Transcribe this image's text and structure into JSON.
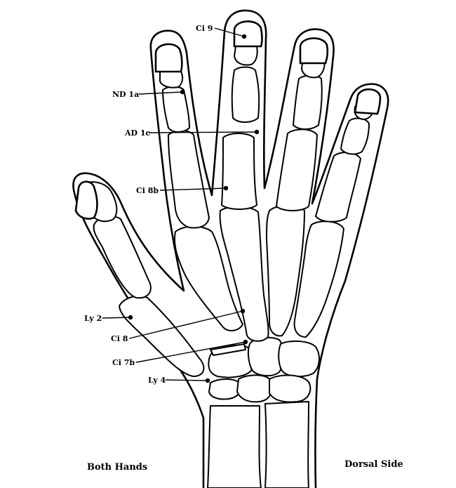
{
  "labels": {
    "ci9": "Ci 9",
    "nd1a": "ND 1a",
    "ad1c": "AD 1c",
    "ci8b": "Ci 8b",
    "ly2": "Ly 2",
    "ci8": "Ci 8",
    "ci7b": "Ci 7b",
    "ly4": "Ly 4"
  },
  "captions": {
    "left": "Both Hands",
    "right": "Dorsal Side"
  },
  "colors": {
    "ink": "#000000",
    "paper": "#ffffff"
  }
}
